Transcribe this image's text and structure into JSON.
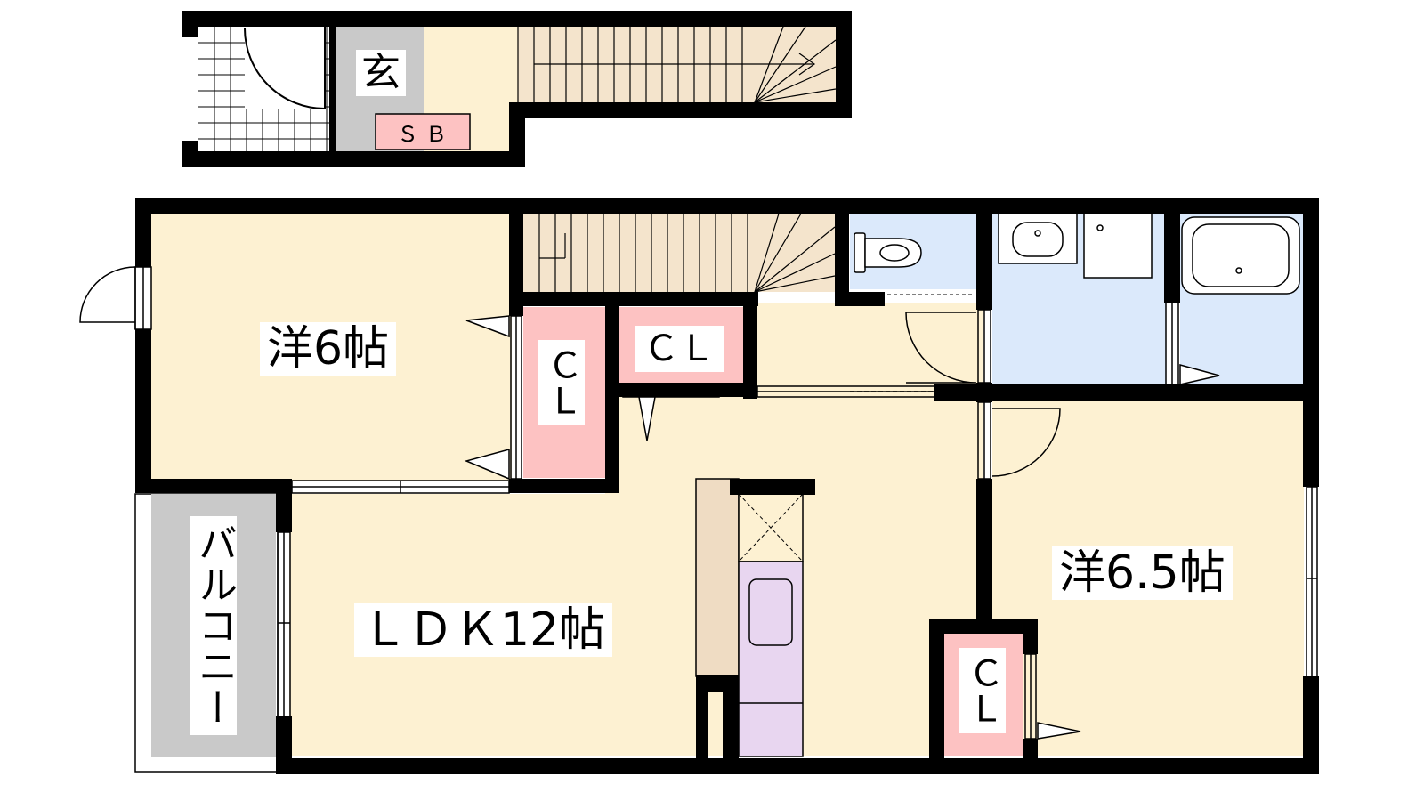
{
  "rooms": {
    "entrance": "玄",
    "shoe_box": "ＳＢ",
    "western_1": "洋6帖",
    "western_2": "洋6.5帖",
    "ldk": "ＬＤＫ12帖",
    "balcony": "バルコニー",
    "closet_top": "ＣＬ",
    "closet_vertical": "ＣＬ",
    "closet_right": "ＣＬ"
  },
  "colors": {
    "wall": "#000000",
    "room_floor": "#fdf1d2",
    "stair": "#f4e4cc",
    "wet_area": "#dbe9fb",
    "closet": "#fdc2c2",
    "entrance_floor": "#c9c9c9",
    "balcony": "#c9c9c9",
    "kitchen": "#e8d6f0",
    "counter": "#efdcc3"
  }
}
